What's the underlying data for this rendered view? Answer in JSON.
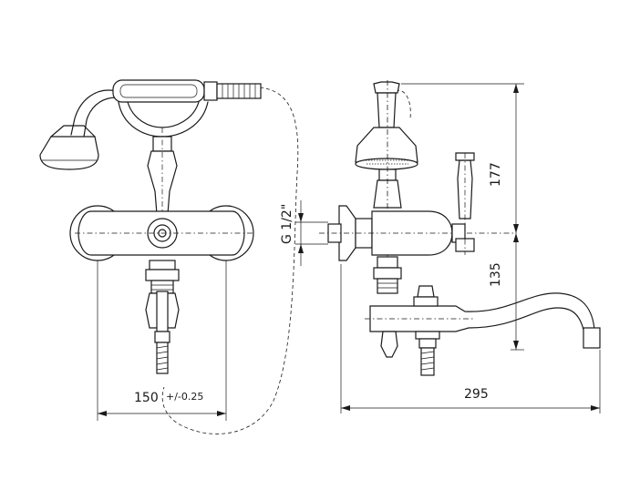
{
  "dimensions": {
    "width_150": "150",
    "tolerance": "+/-0.25",
    "depth_295": "295",
    "height_177": "177",
    "height_135": "135",
    "thread": "G 1/2\""
  }
}
